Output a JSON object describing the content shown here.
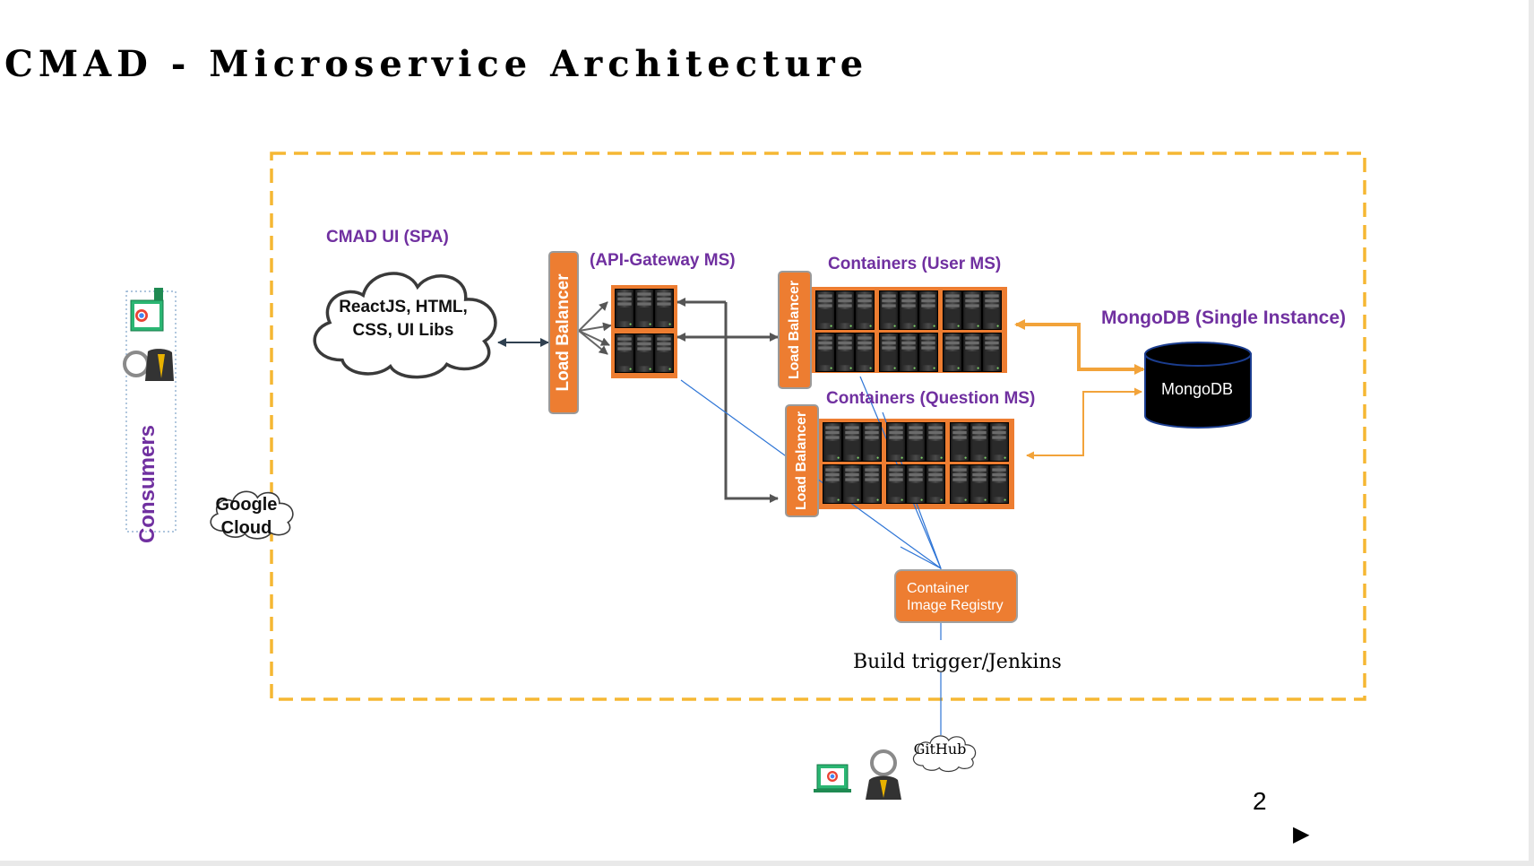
{
  "slide": {
    "title": "CMAD - Microservice Architecture",
    "page_number": "2",
    "next_control": "▶"
  },
  "consumers": {
    "label": "Consumers"
  },
  "google_cloud": {
    "line1": "Google",
    "line2": "Cloud"
  },
  "ui": {
    "title": "CMAD UI (SPA)",
    "line1": "ReactJS, HTML,",
    "line2": "CSS, UI Libs"
  },
  "gateway": {
    "title": "(API-Gateway MS)",
    "lb_label": "Load Balancer"
  },
  "user_ms": {
    "title": "Containers  (User MS)",
    "lb_label": "Load Balancer"
  },
  "question_ms": {
    "title": "Containers  (Question MS)",
    "lb_label": "Load Balancer"
  },
  "mongodb": {
    "title": "MongoDB (Single Instance)",
    "label": "MongoDB"
  },
  "registry": {
    "line1": "Container",
    "line2": "Image Registry"
  },
  "build": {
    "label": "Build trigger/Jenkins"
  },
  "github": {
    "label": "GitHub"
  },
  "colors": {
    "boundary": "#f5b733",
    "accent_orange": "#ed7d31",
    "label_purple": "#7030a0",
    "arrow_gray": "#555555",
    "deploy_blue": "#2e75d6",
    "db_black": "#000000"
  },
  "icons": [
    "laptop-chrome-icon",
    "user-icon",
    "server-rack-icon",
    "cloud-icon",
    "database-cylinder-icon"
  ]
}
